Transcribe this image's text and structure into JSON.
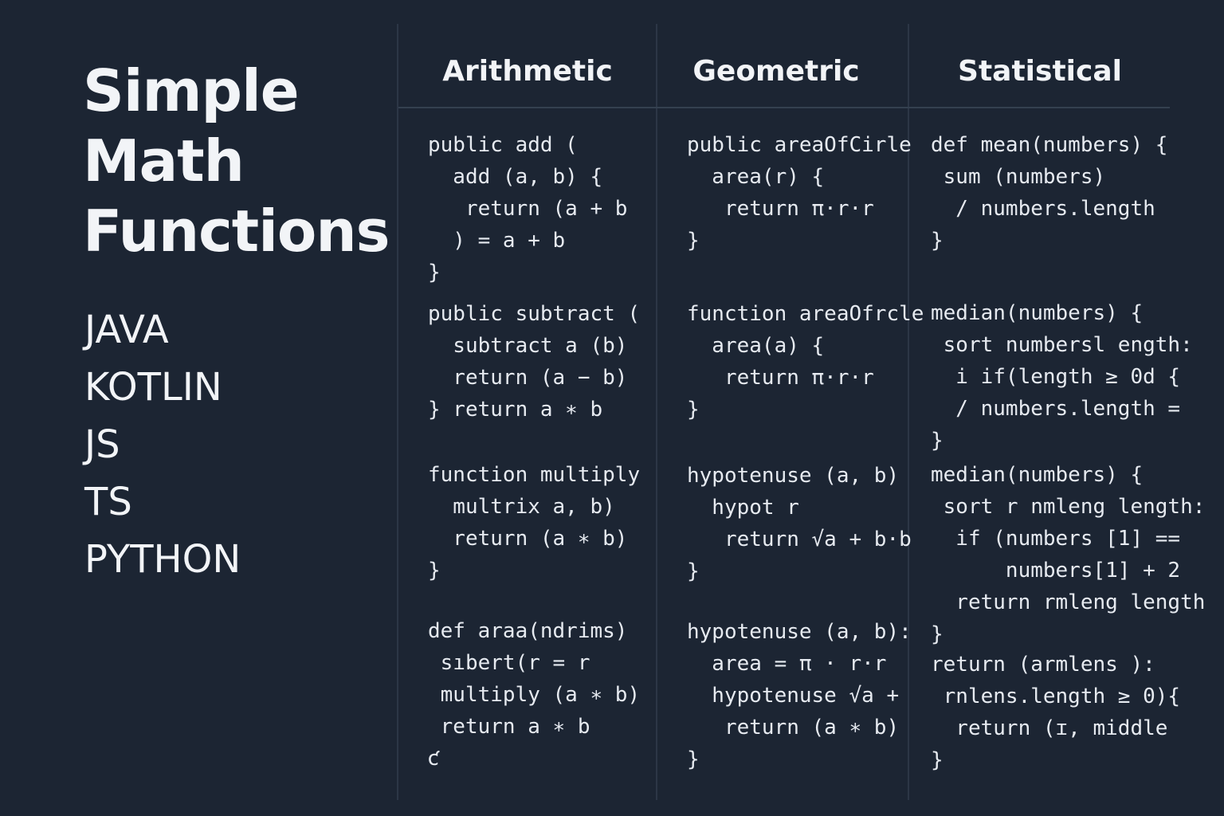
{
  "title_lines": [
    "Simple",
    "Math",
    "Functions"
  ],
  "languages": [
    "JAVA",
    "KOTLIN",
    "JS",
    "TS",
    "PYTHON"
  ],
  "columns": [
    {
      "header": "Arithmetic",
      "blocks": [
        "public add (\n  add (a, b) {\n   return (a + b\n  ) = a + b\n}",
        "public subtract (\n  subtract a (b)\n  return (a − b)\n} return a ∗ b",
        "function multiply\n  multrix a, b)\n  return (a ∗ b)\n}",
        "def araa(ndrims)\n sıbert(r = r\n multiply (a ∗ b)\n return a ∗ b\nƈ"
      ]
    },
    {
      "header": "Geometric",
      "blocks": [
        "public areaOfCirle\n  area(r) {\n   return π·r·r\n}",
        "function areaOfrcle\n  area(a) {\n   return π·r·r\n}",
        "hypotenuse (a, b)\n  hypot r\n   return √a + b·b\n}",
        "hypotenuse (a, b):\n  area = π · r·r\n  hypotenuse √a +\n   return (a ∗ b)\n}"
      ]
    },
    {
      "header": "Statistical",
      "blocks": [
        "def mean(numbers) {\n sum (numbers)\n  / numbers.length\n}",
        "median(numbers) {\n sort numbersl ength:\n  i if(length ≥ 0d {\n  / numbers.length =\n}",
        "median(numbers) {\n sort r nmleng length:\n  if (numbers [1] ==\n      numbers[1] + 2\n  return rmleng length\n}",
        "return (armlens ):\n rnlens.length ≥ 0){\n  return (ɪ, middle\n}"
      ]
    }
  ]
}
